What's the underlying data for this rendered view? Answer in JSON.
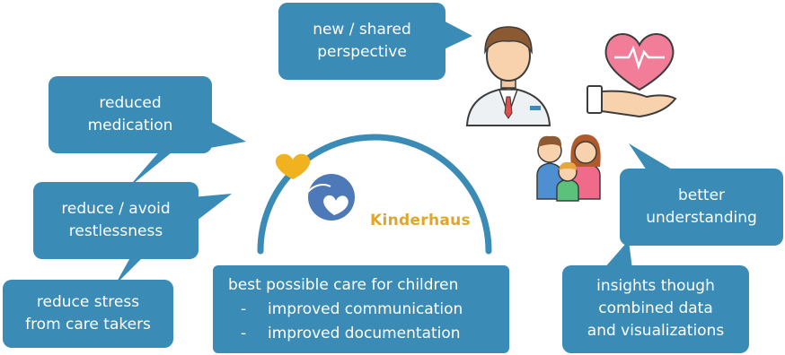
{
  "colors": {
    "bubble": "#3a8bb5",
    "arc": "#3a8bb5",
    "brand_text": "#e0a62a",
    "heart_yellow": "#f0b21f",
    "heart_blue": "#4d79b8",
    "care_heart_pink": "#f17d98"
  },
  "icons": [
    "doctor-icon",
    "heart-in-hand-icon",
    "family-icon",
    "kinderhaus-logo"
  ],
  "bubbles": {
    "new_perspective": [
      "new / shared",
      "perspective"
    ],
    "reduced_medication": [
      "reduced",
      "medication"
    ],
    "reduce_restlessness": [
      "reduce / avoid",
      "restlessness"
    ],
    "reduce_stress": [
      "reduce stress",
      "from care takers"
    ],
    "better_understanding": [
      "better",
      "understanding"
    ],
    "insights": [
      "insights though",
      "combined data",
      "and visualizations"
    ]
  },
  "brand": {
    "name": "Kinderhaus"
  },
  "care": {
    "title": "best possible care for children",
    "items": [
      "improved communication",
      "improved documentation"
    ],
    "bullet": "-"
  }
}
